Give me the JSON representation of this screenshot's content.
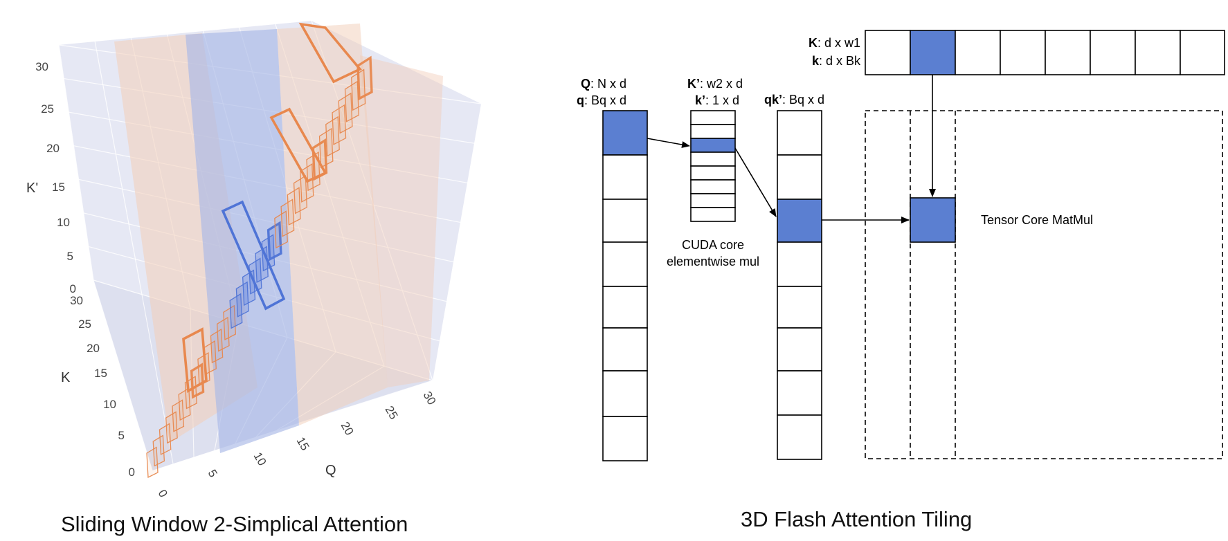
{
  "left_panel": {
    "caption": "Sliding Window 2-Simplical Attention",
    "axis_q": {
      "title": "Q",
      "ticks": [
        "0",
        "5",
        "10",
        "15",
        "20",
        "25",
        "30"
      ]
    },
    "axis_k": {
      "title": "K",
      "ticks": [
        "0",
        "5",
        "10",
        "15",
        "20",
        "25",
        "30"
      ]
    },
    "axis_kp": {
      "title": "K'",
      "ticks": [
        "0",
        "5",
        "10",
        "15",
        "20",
        "25",
        "30"
      ]
    },
    "colors": {
      "window": "#e8884e",
      "query_block": "#4f74d6",
      "plane_blue": "#a9b8e6",
      "plane_orange": "#f2cdb8",
      "grid_bg": "#e6e8f4"
    }
  },
  "right_panel": {
    "caption": "3D Flash Attention Tiling",
    "Q_label": {
      "bold": "Q",
      "rest": ": N x d"
    },
    "q_label": {
      "bold": "q",
      "rest": ": Bq x d"
    },
    "Kp_label": {
      "bold": "K’",
      "rest": ": w2 x d"
    },
    "kp_label": {
      "bold": "k’",
      "rest": ": 1 x d"
    },
    "qkp_label": {
      "bold": "qk’",
      "rest": ": Bq x d"
    },
    "K_label": {
      "bold": "K",
      "rest": ": d x w1"
    },
    "k_label": {
      "bold": "k",
      "rest": ": d x Bk"
    },
    "cuda_note_line1": "CUDA core",
    "cuda_note_line2": "elementwise mul",
    "tensor_note": "Tensor Core MatMul",
    "colors": {
      "highlight": "#5b7fd1"
    }
  }
}
